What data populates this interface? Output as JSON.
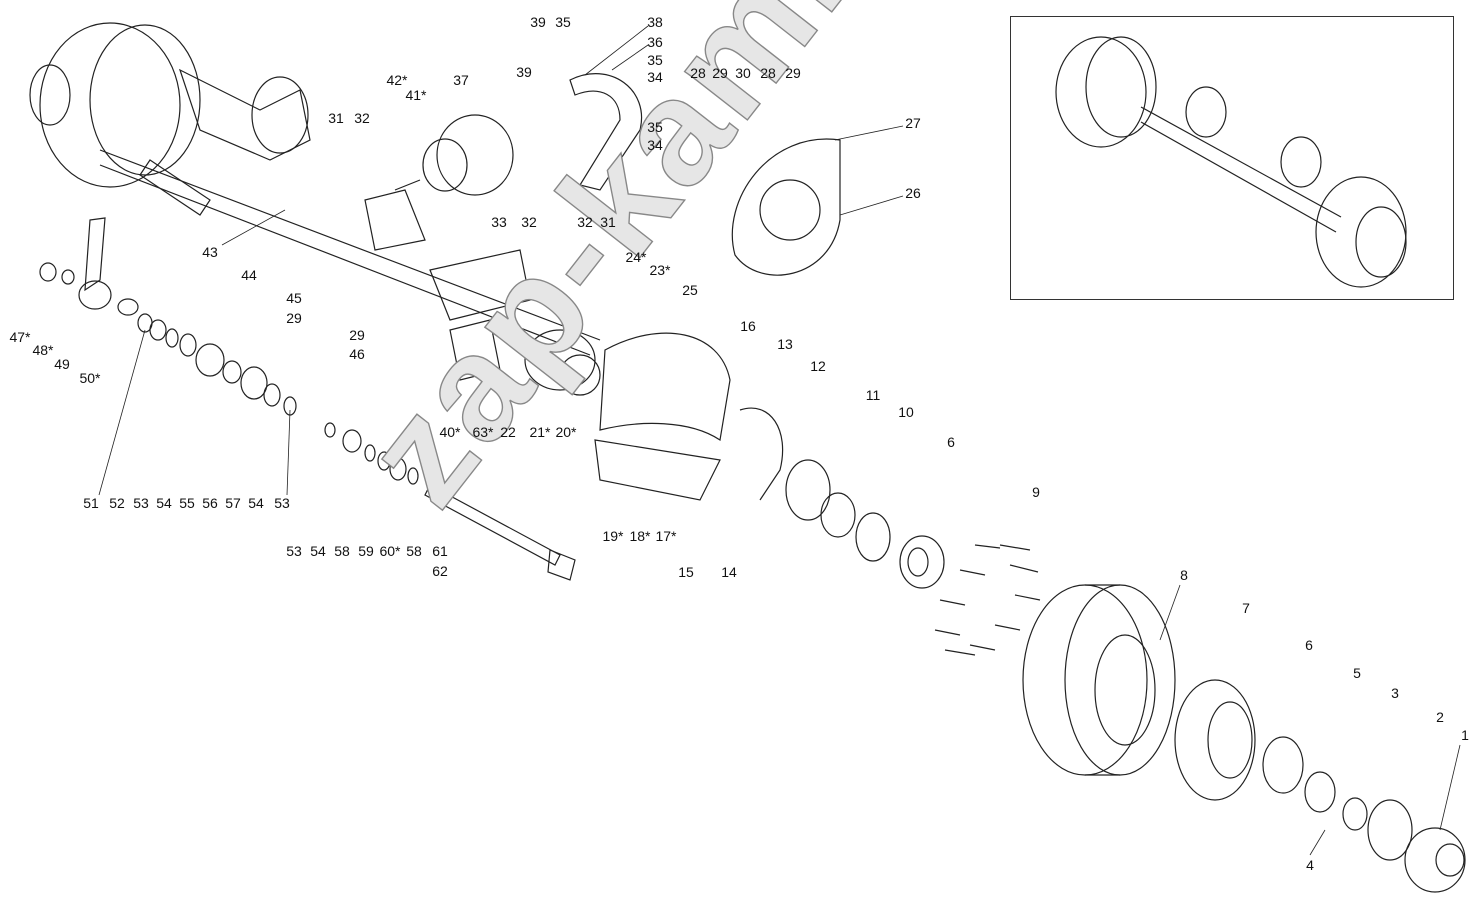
{
  "diagram": {
    "title": "Axle exploded view",
    "watermark": "zap-kam.ru",
    "callouts": [
      "39",
      "35",
      "38",
      "36",
      "35",
      "34",
      "39",
      "42*",
      "41*",
      "37",
      "31",
      "32",
      "35",
      "34",
      "33",
      "32",
      "32",
      "31",
      "28",
      "29",
      "30",
      "28",
      "29",
      "27",
      "26",
      "43",
      "44",
      "45",
      "29",
      "29",
      "46",
      "24*",
      "23*",
      "25",
      "47*",
      "48*",
      "49",
      "50*",
      "16",
      "13",
      "12",
      "11",
      "10",
      "6",
      "40*",
      "63*",
      "22",
      "21*",
      "20*",
      "51",
      "52",
      "53",
      "54",
      "55",
      "56",
      "57",
      "54",
      "53",
      "19*",
      "18*",
      "17*",
      "15",
      "14",
      "9",
      "53",
      "54",
      "58",
      "59",
      "60*",
      "58",
      "61",
      "62",
      "8",
      "7",
      "6",
      "5",
      "3",
      "2",
      "1",
      "4"
    ]
  }
}
